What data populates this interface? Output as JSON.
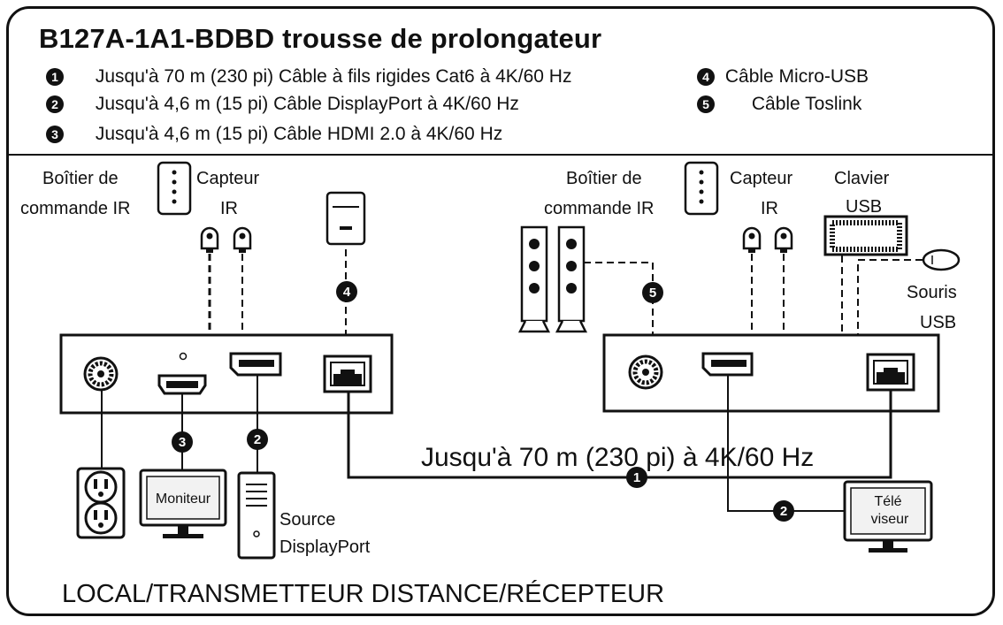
{
  "title": "B127A-1A1-BDBD trousse de prolongateur",
  "legend": [
    {
      "num": "1",
      "text": "Jusqu'à 70 m (230 pi) Câble à fils rigides Cat6 à 4K/60 Hz"
    },
    {
      "num": "2",
      "text": "Jusqu'à 4,6 m (15 pi) Câble DisplayPort à 4K/60 Hz"
    },
    {
      "num": "3",
      "text": "Jusqu'à 4,6 m (15 pi) Câble HDMI 2.0 à 4K/60 Hz"
    },
    {
      "num": "4",
      "text": "Câble Micro-USB"
    },
    {
      "num": "5",
      "text": "Câble Toslink"
    }
  ],
  "local": {
    "ir_control_box": [
      "Boîtier de",
      "commande IR"
    ],
    "ir_sensor": [
      "Capteur",
      "IR"
    ],
    "monitor": "Moniteur",
    "source": [
      "Source",
      "DisplayPort"
    ]
  },
  "remote": {
    "ir_control_box": [
      "Boîtier de",
      "commande IR"
    ],
    "ir_sensor": [
      "Capteur",
      "IR"
    ],
    "keyboard": [
      "Clavier",
      "USB"
    ],
    "mouse": [
      "Souris",
      "USB"
    ],
    "tv": [
      "Télé",
      "viseur"
    ]
  },
  "link_label": "Jusqu'à 70 m (230 pi) à 4K/60 Hz",
  "footer": "LOCAL/TRANSMETTEUR DISTANCE/RÉCEPTEUR",
  "colors": {
    "ink": "#111111",
    "box_fill": "#ffffff",
    "screen_fill": "#f2f2f2"
  }
}
